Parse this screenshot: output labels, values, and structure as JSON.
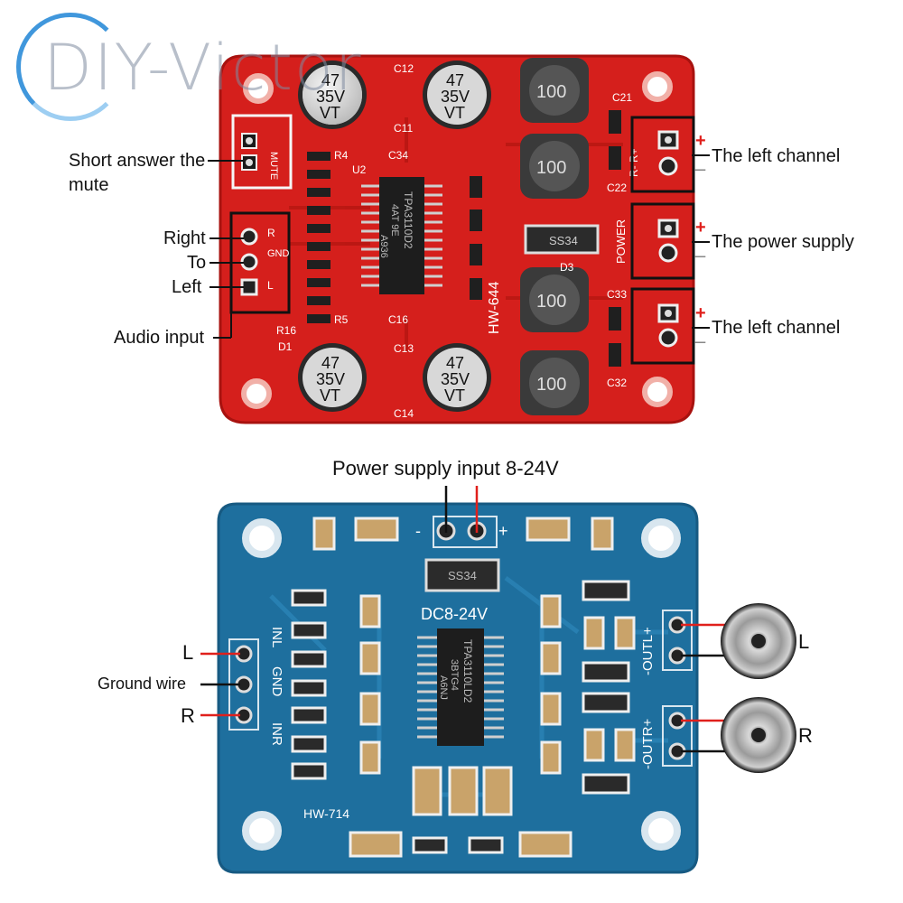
{
  "watermark": {
    "text": "DIY-Victor"
  },
  "red_board": {
    "labels": {
      "mute_1": "Short answer the",
      "mute_2": "mute",
      "right": "Right",
      "to": "To",
      "left": "Left",
      "audio_input": "Audio input",
      "channel_top": "The left channel",
      "power": "The power supply",
      "channel_bottom": "The left channel",
      "plus": "+",
      "minus": "_"
    },
    "silk": {
      "cap_value": "47",
      "cap_voltage": "35V",
      "cap_brand": "VT",
      "inductor": "100",
      "chip_1": "TPA3110D2",
      "chip_2": "4AT 9E",
      "chip_3": "A936",
      "mute": "MUTE",
      "model": "HW-644",
      "diode": "SS34",
      "power": "POWER",
      "input_r": "R",
      "input_gnd": "GND",
      "input_l": "L",
      "out_top": "R- R+",
      "ref_c12": "C12",
      "ref_c11": "C11",
      "ref_c13": "C13",
      "ref_c14": "C14",
      "ref_c21": "C21",
      "ref_c22": "C22",
      "ref_c33": "C33",
      "ref_c32": "C32",
      "ref_c34": "C34",
      "ref_c16": "C16",
      "ref_u2": "U2",
      "ref_d3": "D3",
      "ref_d1": "D1",
      "ref_r16": "R16",
      "ref_r4": "R4",
      "ref_r5": "R5"
    }
  },
  "blue_board": {
    "labels": {
      "power_input": "Power supply input 8-24V",
      "l_in": "L",
      "ground": "Ground wire",
      "r_in": "R",
      "l_out": "L",
      "r_out": "R"
    },
    "silk": {
      "dc": "DC8-24V",
      "model": "HW-714",
      "chip_1": "TPA3110LD2",
      "chip_2": "3BTG4",
      "chip_3": "A6NJ",
      "diode": "SS34",
      "in_l": "INL",
      "in_gnd": "GND",
      "in_r": "INR",
      "out_l": "-OUTL+",
      "out_r": "-OUTR+",
      "minus": "-",
      "plus": "+"
    }
  },
  "colors": {
    "red_pcb": "#d51f1c",
    "blue_pcb": "#1e6f9e",
    "annotation_red": "#e0201c",
    "annotation_black": "#111111"
  }
}
